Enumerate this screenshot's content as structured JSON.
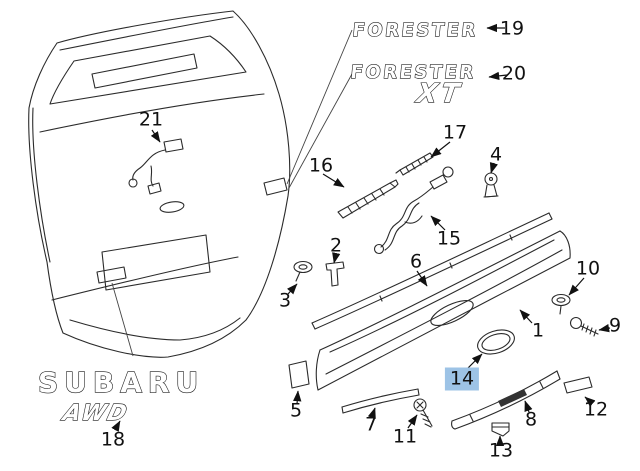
{
  "colors": {
    "highlight": "#9dc3e6"
  },
  "emblems": {
    "forester_19": "FORESTER",
    "forester_20": "FORESTER",
    "xt_20": "XT",
    "subaru_18": "SUBARU",
    "awd_18": "AWD"
  },
  "part_labels": {
    "p1": "1",
    "p2": "2",
    "p3": "3",
    "p4": "4",
    "p5": "5",
    "p6": "6",
    "p7": "7",
    "p8": "8",
    "p9": "9",
    "p10": "10",
    "p11": "11",
    "p12": "12",
    "p13": "13",
    "p14": "14",
    "p15": "15",
    "p16": "16",
    "p17": "17",
    "p18": "18",
    "p19": "19",
    "p20": "20",
    "p21": "21"
  },
  "highlighted_part": "14"
}
